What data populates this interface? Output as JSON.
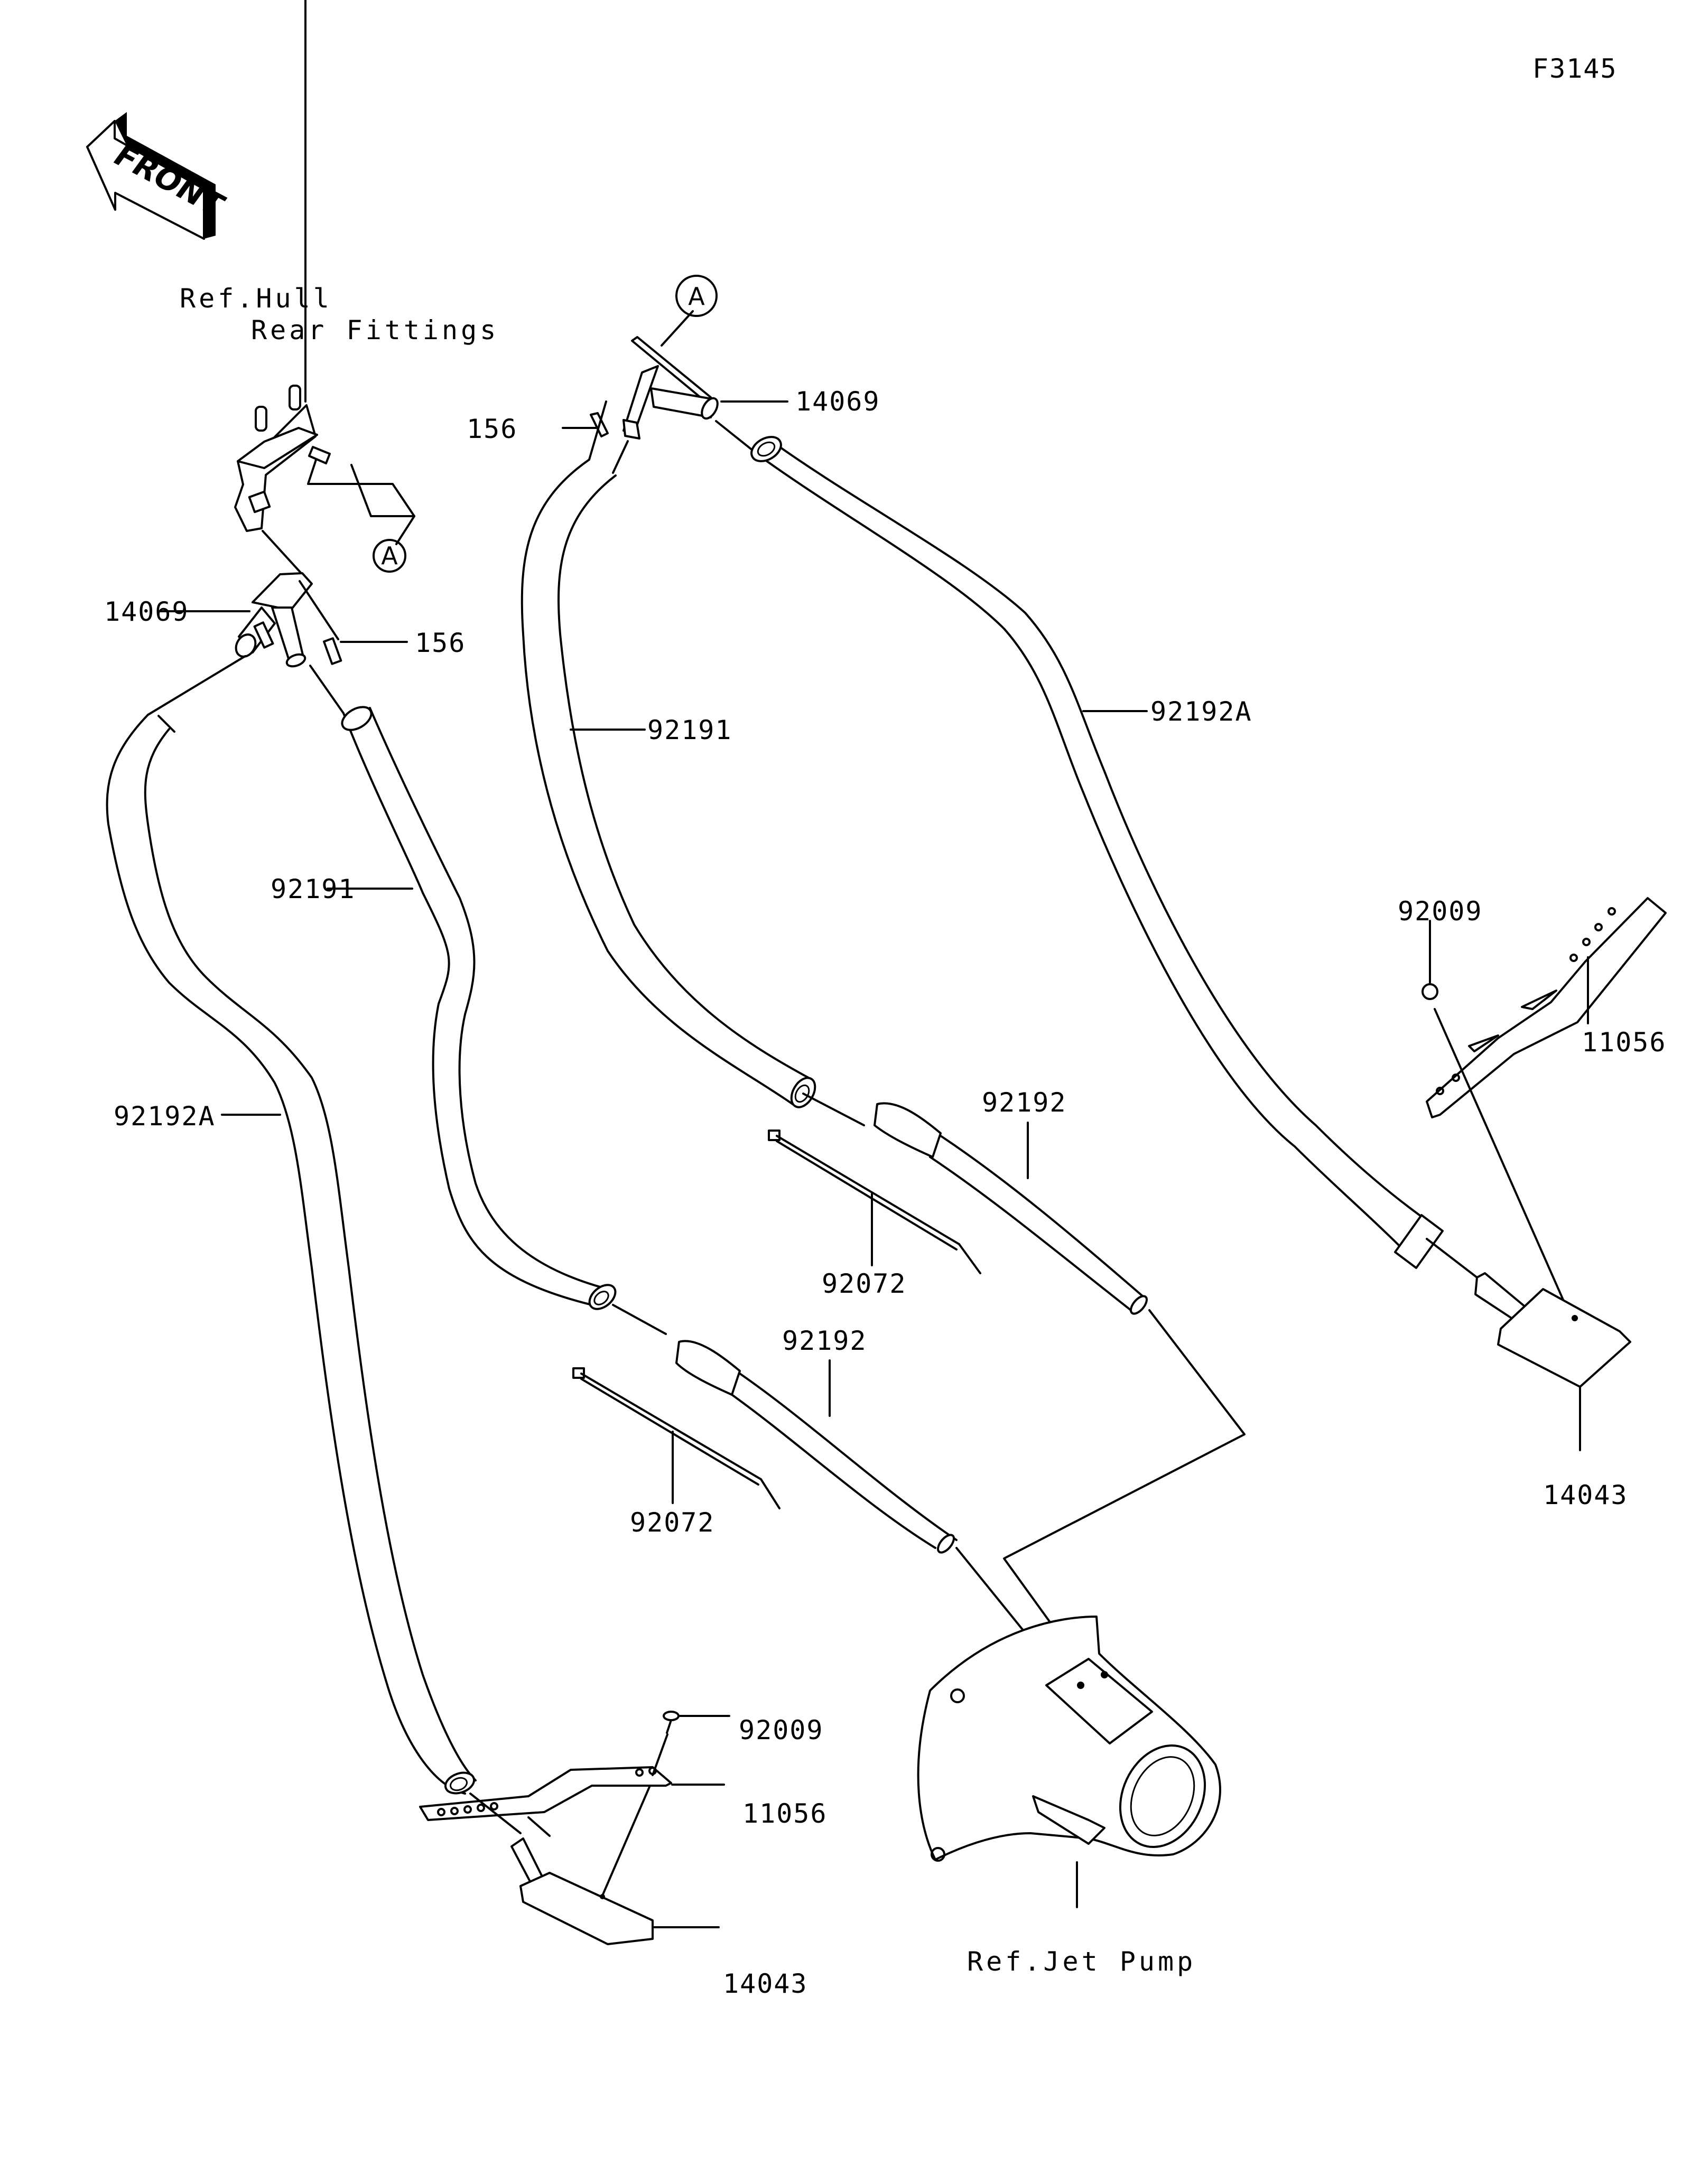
{
  "figure_id": "F3145",
  "front_arrow": {
    "label": "FRONT",
    "icon": "front-direction-arrow-icon"
  },
  "reference_labels": {
    "hull_line1": "Ref.Hull",
    "hull_line2": "Rear Fittings",
    "jet_pump": "Ref.Jet Pump"
  },
  "connection_markers": {
    "left": "A",
    "top": "A"
  },
  "part_callouts": {
    "fitting_left": "14069",
    "bolt_left": "156",
    "bolt_top": "156",
    "fitting_top": "14069",
    "hose_92191_upper": "92191",
    "hose_92192A_right": "92192A",
    "hose_92191_left": "92191",
    "hose_92192A_left": "92192A",
    "screw_92009_right": "92009",
    "bracket_11056_right": "11056",
    "hose_92192_upper": "92192",
    "clamp_92072_upper": "92072",
    "hose_92192_lower": "92192",
    "clamp_92072_lower": "92072",
    "pickup_14043_right": "14043",
    "screw_92009_bottom": "92009",
    "bracket_11056_bottom": "11056",
    "pickup_14043_bottom": "14043"
  }
}
